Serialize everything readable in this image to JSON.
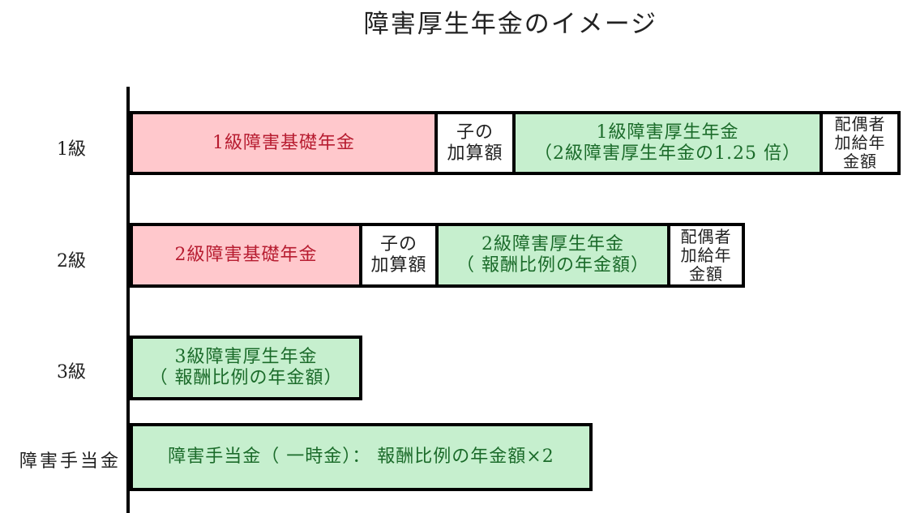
{
  "title": "障害厚生年金のイメージ",
  "grades": [
    "1級",
    "2級",
    "3級",
    "障害手当金"
  ],
  "row1": {
    "basic": "1級障害基礎年金",
    "child": [
      "子の",
      "加算額"
    ],
    "kosei": [
      "1級障害厚生年金",
      "（2級障害厚生年金の1.25 倍）"
    ],
    "spouse": [
      "配偶者",
      "加給年",
      "金額"
    ]
  },
  "row2": {
    "basic": "2級障害基礎年金",
    "child": [
      "子の",
      "加算額"
    ],
    "kosei": [
      "2級障害厚生年金",
      "（ 報酬比例の年金額）"
    ],
    "spouse": [
      "配偶者",
      "加給年",
      "金額"
    ]
  },
  "row3": {
    "kosei": [
      "3級障害厚生年金",
      "（ 報酬比例の年金額）"
    ]
  },
  "row4": {
    "lump": "障害手当金（ 一時金）： 報酬比例の年金額×2"
  },
  "colors": {
    "basic_fill": "#ffc8cc",
    "kosei_fill": "#c6efce",
    "border": "#000000"
  }
}
